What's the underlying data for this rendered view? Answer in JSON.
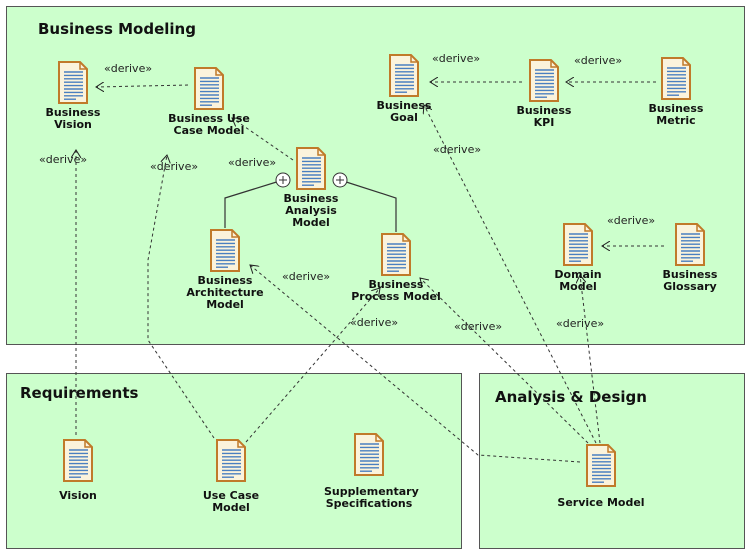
{
  "packages": {
    "business_modeling": "Business Modeling",
    "requirements": "Requirements",
    "analysis_design": "Analysis & Design"
  },
  "artifacts": {
    "business_vision": "Business\nVision",
    "business_use_case_model": "Business Use\nCase Model",
    "business_goal": "Business\nGoal",
    "business_kpi": "Business\nKPI",
    "business_metric": "Business\nMetric",
    "business_analysis_model": "Business\nAnalysis Model",
    "business_architecture_model": "Business\nArchitecture\nModel",
    "business_process_model": "Business\nProcess Model",
    "domain_model": "Domain\nModel",
    "business_glossary": "Business\nGlossary",
    "vision": "Vision",
    "use_case_model": "Use Case\nModel",
    "supplementary_specifications": "Supplementary\nSpecifications",
    "service_model": "Service Model"
  },
  "stereotype": "«derive»",
  "colors": {
    "package_fill": "#ccffcc",
    "document_fill": "#fbf3dc",
    "document_border": "#c07a2a",
    "document_lines": "#4a7fc0"
  }
}
